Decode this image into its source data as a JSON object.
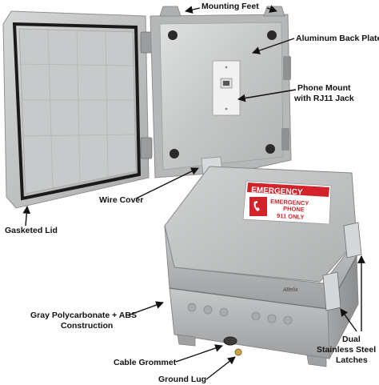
{
  "labels": {
    "mounting_feet": "Mounting Feet",
    "aluminum_back_plate": "Aluminum Back Plate",
    "phone_mount_line1": "Phone Mount",
    "phone_mount_line2": "with RJ11 Jack",
    "wire_cover": "Wire Cover",
    "gasketed_lid": "Gasketed Lid",
    "construction_line1": "Gray Polycarbonate + ABS",
    "construction_line2": "Construction",
    "cable_grommet": "Cable Grommet",
    "ground_lug": "Ground Lug",
    "latches_line1": "Dual",
    "latches_line2": "Stainless Steel",
    "latches_line3": "Latches"
  },
  "sign": {
    "header": "EMERGENCY",
    "line1": "EMERGENCY",
    "line2": "PHONE",
    "line3": "911 ONLY",
    "phone_icon": "phone-handset-icon"
  },
  "brand": "Altelix",
  "colors": {
    "enclosure_gray": "#b9bbbc",
    "backplate": "#c9cbcc",
    "sign_red": "#d2232a",
    "gasket": "#1a1a1a",
    "label_text": "#111111"
  }
}
